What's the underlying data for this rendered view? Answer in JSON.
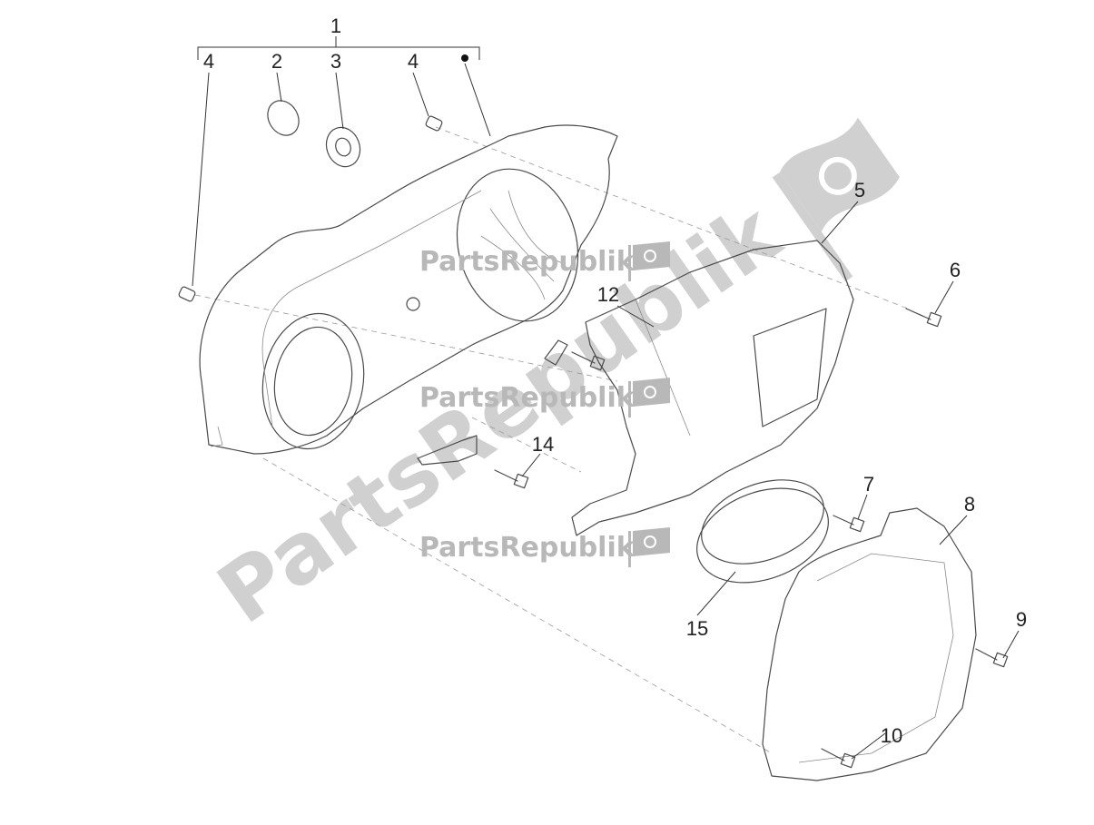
{
  "diagram": {
    "callouts": [
      "1",
      "2",
      "3",
      "4",
      "4",
      "5",
      "6",
      "7",
      "8",
      "9",
      "10",
      "12",
      "14",
      "15"
    ],
    "watermark": {
      "text": "PartsRepublik",
      "icon": "gear-flag-icon"
    }
  }
}
